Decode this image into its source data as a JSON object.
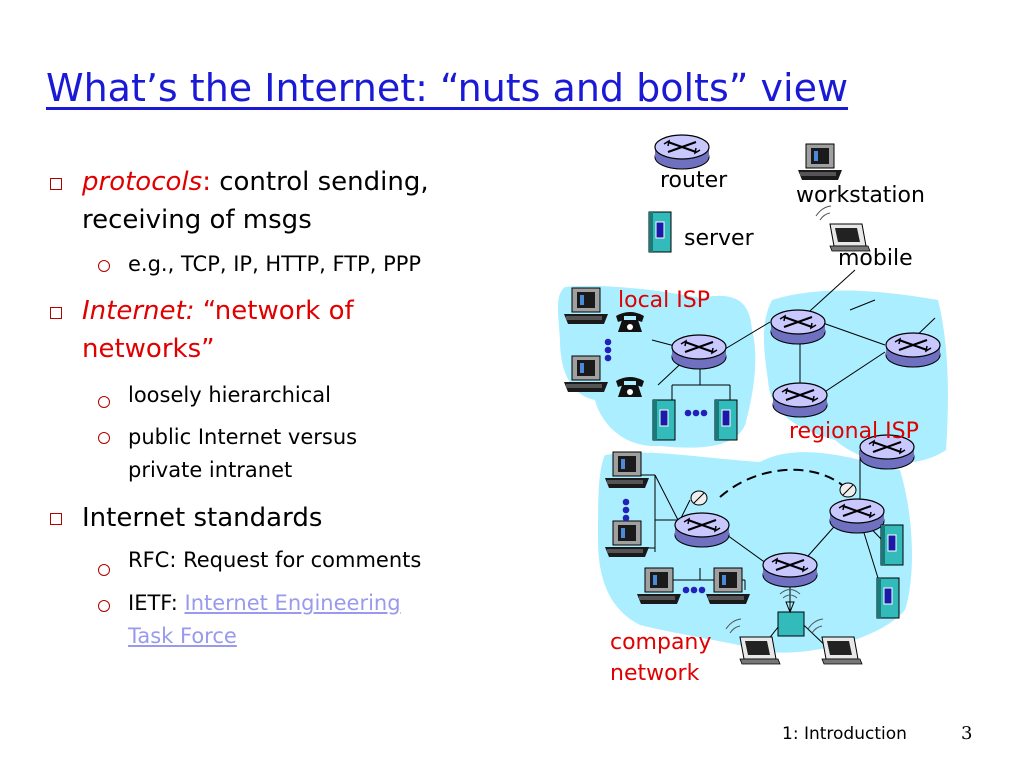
{
  "slide": {
    "title": "What’s the Internet: “nuts and bolts” view",
    "bullets": [
      {
        "term": "protocols",
        "term_suffix": ":",
        "text_line1": " control sending,",
        "text_line2": "receiving of msgs",
        "subs": [
          {
            "text": "e.g., TCP, IP, HTTP, FTP,  PPP"
          }
        ]
      },
      {
        "term": "Internet:",
        "quote_line1": " “network of",
        "quote_line2": "networks”",
        "subs": [
          {
            "text": "loosely hierarchical"
          },
          {
            "text_line1": "public Internet versus",
            "text_line2": "private intranet"
          }
        ]
      },
      {
        "text": "Internet standards",
        "subs": [
          {
            "text": "RFC: Request for comments"
          },
          {
            "prefix": "IETF: ",
            "link_line1": "Internet Engineering",
            "link_line2": "Task Force"
          }
        ]
      }
    ],
    "footer": "1: Introduction",
    "page_number": "3"
  },
  "diagram": {
    "legend": {
      "router": "router",
      "server": "server",
      "workstation": "workstation",
      "mobile": "mobile"
    },
    "labels": {
      "local_isp": "local ISP",
      "regional_isp": "regional ISP",
      "company_line1": "company",
      "company_line2": "network"
    }
  },
  "colors": {
    "title": "#1a1ad6",
    "accent_red": "#e00000",
    "cloud": "#aaeeff",
    "router_fill": "#c8c8ff",
    "server_fill": "#33bbbb",
    "link": "#9999ee"
  },
  "icons": [
    "router-icon",
    "server-icon",
    "workstation-icon",
    "mobile-icon",
    "telephone-icon",
    "wireless-antenna-icon"
  ]
}
